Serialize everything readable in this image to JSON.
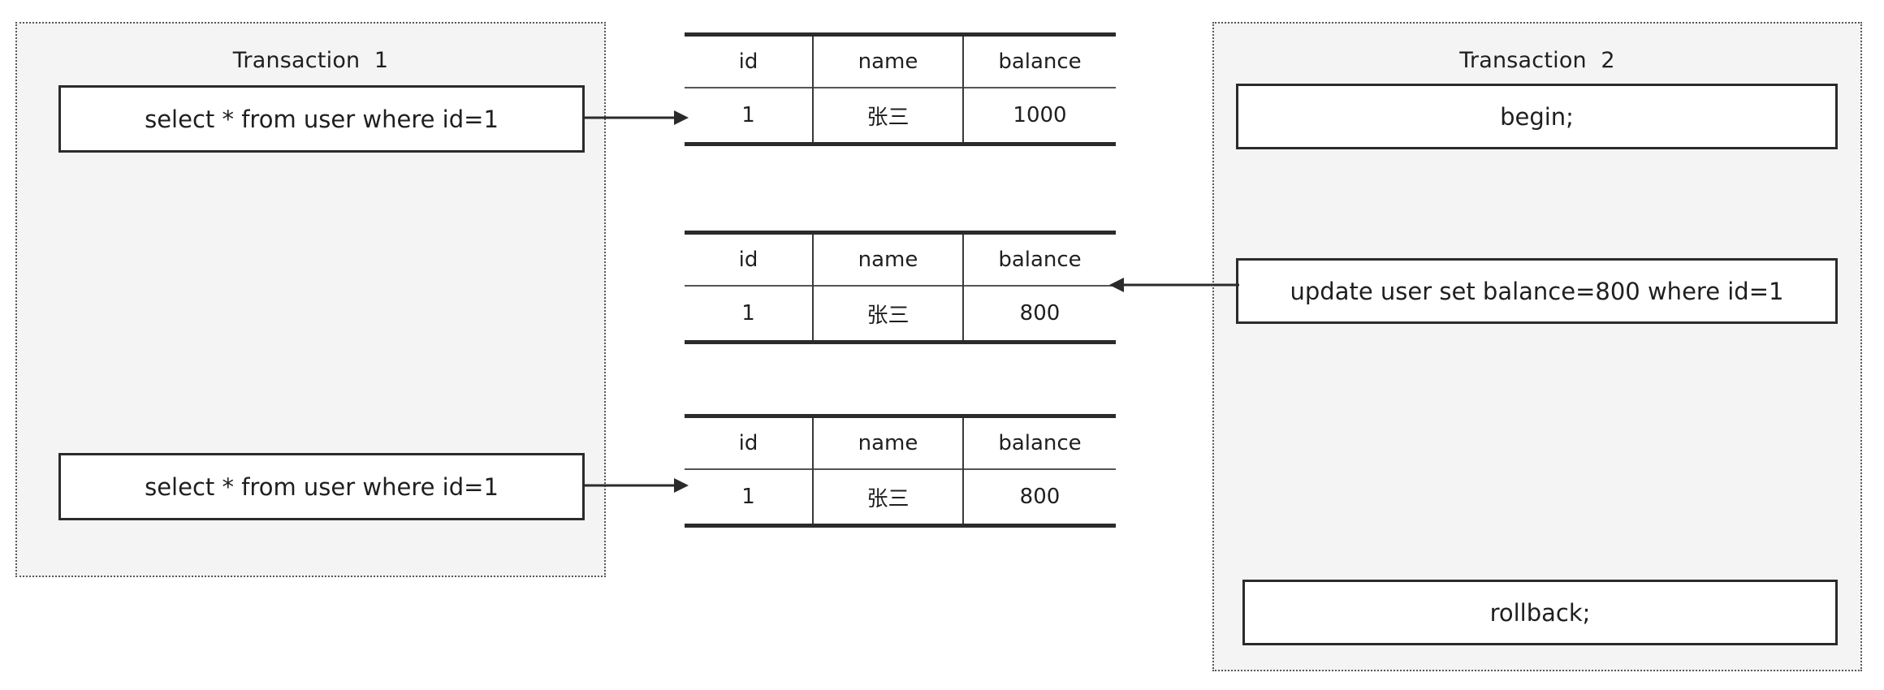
{
  "diagram": {
    "title_left": "Transaction  1",
    "title_right": "Transaction  2"
  },
  "transaction_1": {
    "label": "Transaction  1",
    "statements": [
      {
        "name": "select-1",
        "text": "select * from user where id=1"
      },
      {
        "name": "select-2",
        "text": "select * from user where id=1"
      }
    ]
  },
  "transaction_2": {
    "label": "Transaction  2",
    "statements": [
      {
        "name": "begin",
        "text": "begin;"
      },
      {
        "name": "update",
        "text": "update user set balance=800 where id=1"
      },
      {
        "name": "rollback",
        "text": "rollback;"
      }
    ]
  },
  "tables": [
    {
      "name": "result-table-1",
      "headers": {
        "id": "id",
        "name": "name",
        "balance": "balance"
      },
      "row": {
        "id": "1",
        "name": "张三",
        "balance": "1000"
      }
    },
    {
      "name": "result-table-2",
      "headers": {
        "id": "id",
        "name": "name",
        "balance": "balance"
      },
      "row": {
        "id": "1",
        "name": "张三",
        "balance": "800"
      }
    },
    {
      "name": "result-table-3",
      "headers": {
        "id": "id",
        "name": "name",
        "balance": "balance"
      },
      "row": {
        "id": "1",
        "name": "张三",
        "balance": "800"
      }
    }
  ],
  "arrows": [
    {
      "name": "arrow-select1-to-table1",
      "direction": "right"
    },
    {
      "name": "arrow-update-to-table2",
      "direction": "left"
    },
    {
      "name": "arrow-select2-to-table3",
      "direction": "right"
    }
  ],
  "colors": {
    "panel_fill": "#f4f4f4",
    "panel_border": "#59595c",
    "box_border": "#2b2b2b",
    "rule": "#2b2b2b",
    "text": "#1f1f1f"
  }
}
